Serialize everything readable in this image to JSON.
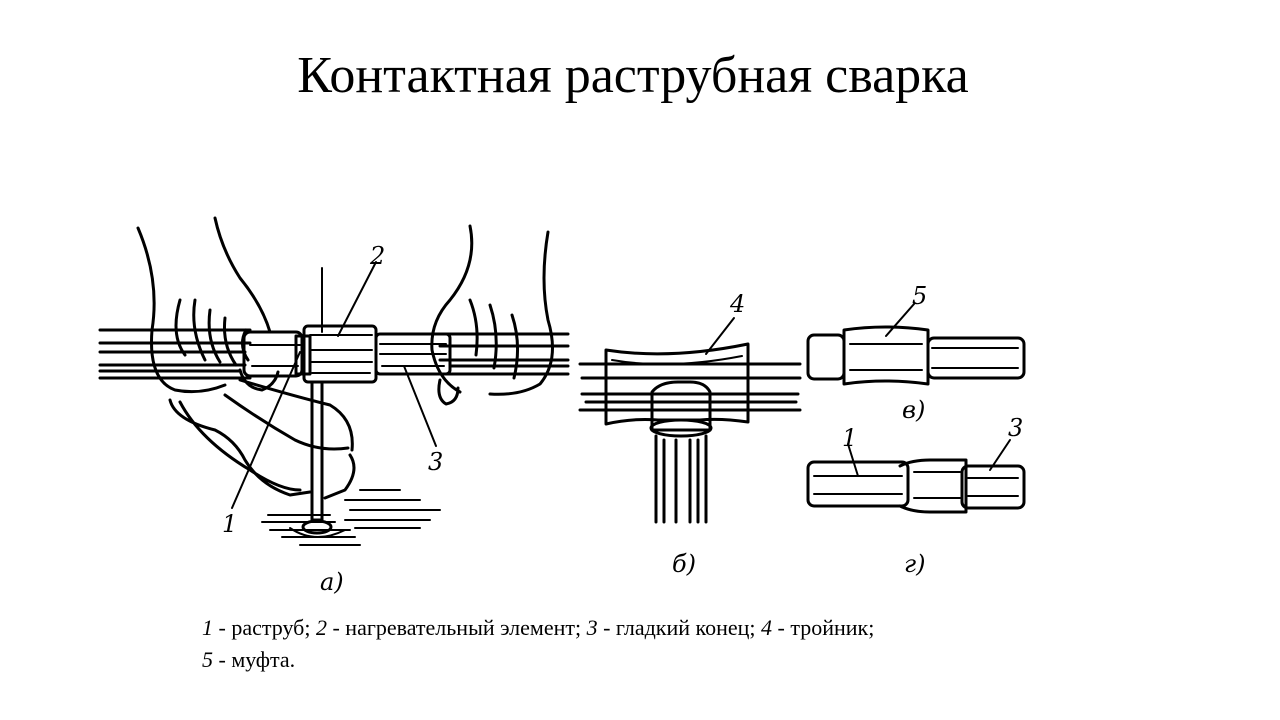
{
  "title": "Контактная раструбная сварка",
  "labels": {
    "n1a": "1",
    "n2": "2",
    "n3a": "3",
    "n4": "4",
    "n5": "5",
    "n1g": "1",
    "n3g": "3"
  },
  "panels": {
    "a": "а)",
    "b": "б)",
    "v": "в)",
    "g": "г)"
  },
  "legend": [
    {
      "num": "1",
      "text": " - раструб; "
    },
    {
      "num": "2",
      "text": " - нагревательный элемент; "
    },
    {
      "num": "3",
      "text": " - гладкий конец; "
    },
    {
      "num": "4",
      "text": " - тройник;"
    },
    {
      "num": "5",
      "text": " - муфта."
    }
  ]
}
